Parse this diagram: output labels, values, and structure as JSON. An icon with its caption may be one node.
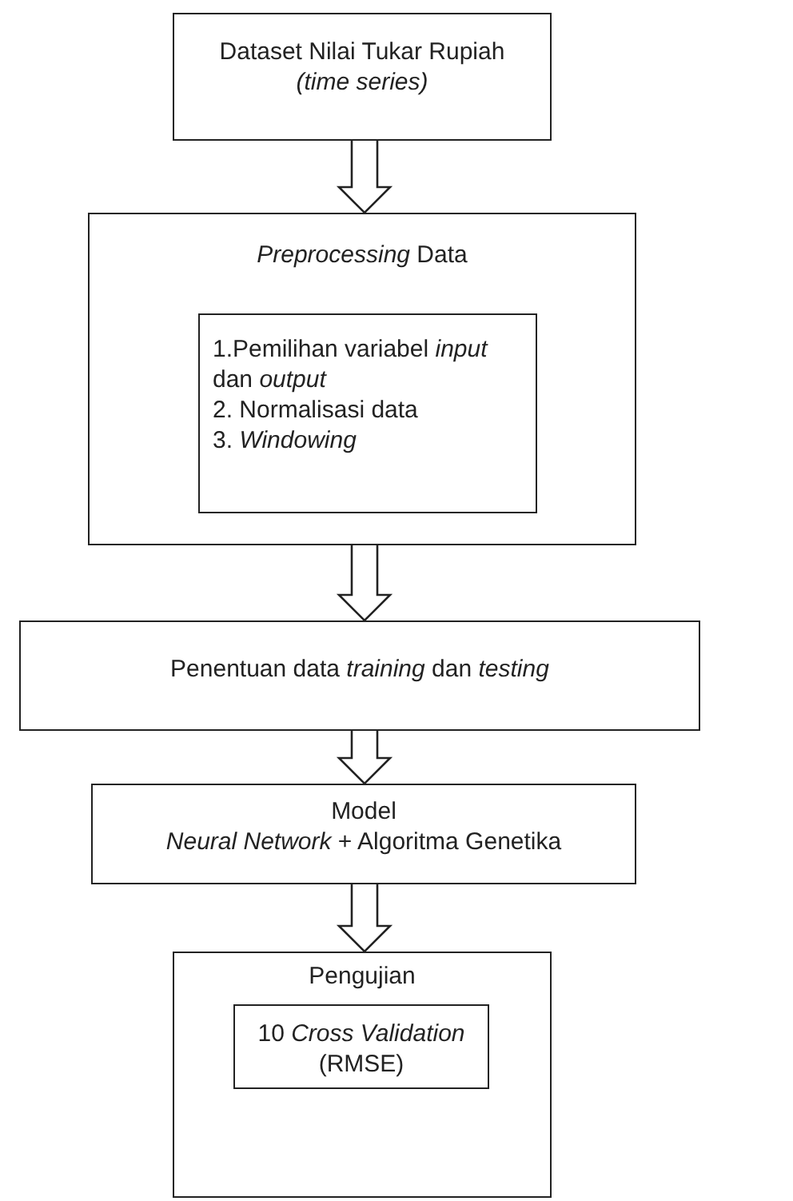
{
  "diagram": {
    "nodes": [
      {
        "text": [
          "Dataset Nilai Tukar Rupiah",
          "(time series)"
        ]
      },
      {
        "text": [
          "*Preprocessing* Data"
        ]
      },
      {
        "text": [
          "1.Pemilihan  variabel *input* dan *output*",
          "2. Normalisasi data",
          "3. *Windowing*"
        ],
        "in": 1
      },
      {
        "text": [
          "Penentuan data *training* dan *testing*"
        ]
      },
      {
        "text": [
          "Model",
          "*Neural Network* + Algoritma Genetika"
        ]
      },
      {
        "text": [
          "Pengujian"
        ]
      },
      {
        "text": [
          "10 *Cross Validation* (RMSE)"
        ],
        "in": 5
      }
    ],
    "edges": [
      {
        "from": 0,
        "to": 1,
        "arrow": "to"
      },
      {
        "from": 1,
        "to": 3,
        "arrow": "to"
      },
      {
        "from": 3,
        "to": 4,
        "arrow": "to"
      },
      {
        "from": 4,
        "to": 5,
        "arrow": "to"
      }
    ]
  }
}
